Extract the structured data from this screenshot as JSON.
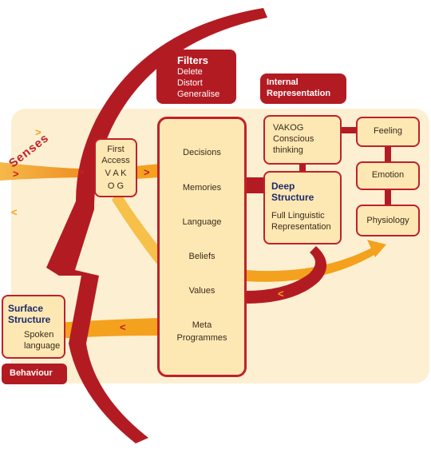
{
  "filters": {
    "title": "Filters",
    "items": [
      "Delete",
      "Distort",
      "Generalise"
    ]
  },
  "internal_representation": {
    "line1": "Internal",
    "line2": "Representation"
  },
  "senses": "Senses",
  "first_access": {
    "line1": "First",
    "line2": "Access",
    "line3": "V A K",
    "line4": "O G"
  },
  "center_items": [
    "Decisions",
    "Memories",
    "Language",
    "Beliefs",
    "Values",
    "Meta",
    "Programmes"
  ],
  "vakog": {
    "line1": "VAKOG",
    "line2": "Conscious",
    "line3": "thinking"
  },
  "deep_structure": {
    "title1": "Deep",
    "title2": "Structure",
    "desc1": "Full Linguistic",
    "desc2": "Representation"
  },
  "right_boxes": [
    "Feeling",
    "Emotion",
    "Physiology"
  ],
  "surface_structure": {
    "title1": "Surface",
    "title2": "Structure",
    "desc1": "Spoken",
    "desc2": "language"
  },
  "behaviour": "Behaviour",
  "colors": {
    "red": "#b31b22",
    "cream": "#fde8b4",
    "orange": "#f4a11e",
    "navy": "#1d2a6a"
  }
}
